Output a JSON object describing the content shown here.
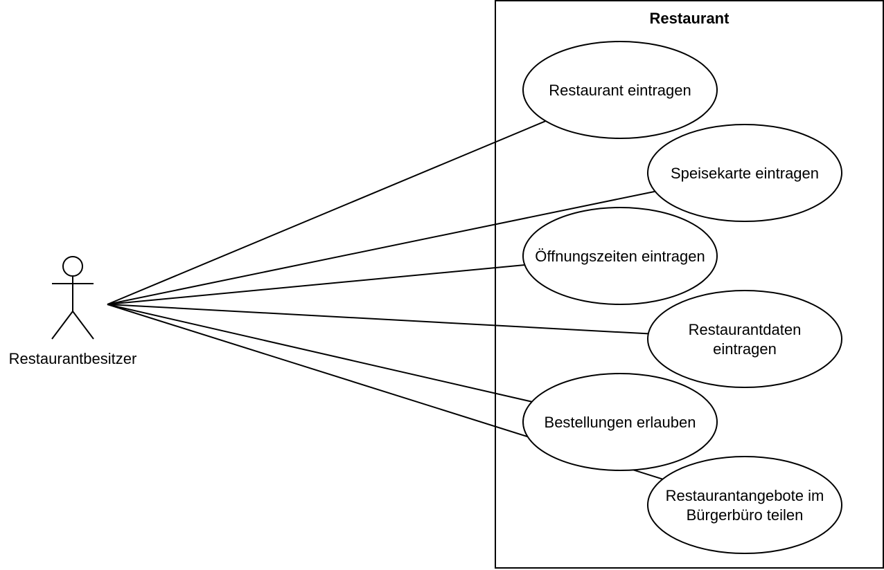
{
  "system": {
    "title": "Restaurant"
  },
  "actor": {
    "name": "Restaurantbesitzer"
  },
  "use_cases": [
    {
      "id": "uc1",
      "lines": [
        "Restaurant eintragen"
      ]
    },
    {
      "id": "uc2",
      "lines": [
        "Speisekarte eintragen"
      ]
    },
    {
      "id": "uc3",
      "lines": [
        "Öffnungszeiten eintragen"
      ]
    },
    {
      "id": "uc4",
      "lines": [
        "Restaurantdaten",
        "eintragen"
      ]
    },
    {
      "id": "uc5",
      "lines": [
        "Bestellungen erlauben"
      ]
    },
    {
      "id": "uc6",
      "lines": [
        "Restaurantangebote im",
        "Bürgerbüro teilen"
      ]
    }
  ],
  "associations": [
    {
      "from": "actor",
      "to": "uc1"
    },
    {
      "from": "actor",
      "to": "uc2"
    },
    {
      "from": "actor",
      "to": "uc3"
    },
    {
      "from": "actor",
      "to": "uc4"
    },
    {
      "from": "actor",
      "to": "uc5"
    },
    {
      "from": "actor",
      "to": "uc6"
    }
  ]
}
